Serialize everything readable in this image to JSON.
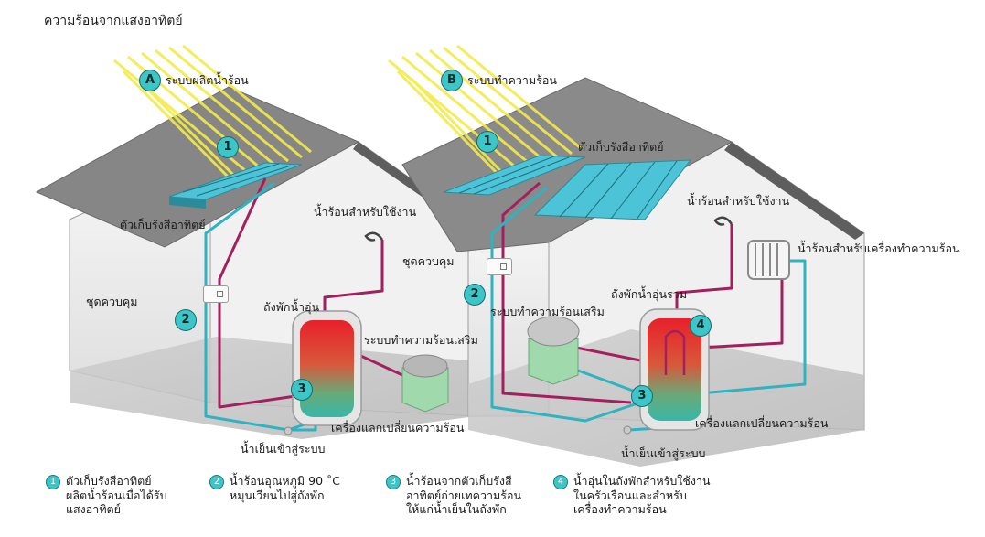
{
  "title": "ความร้อนจากแสงอาทิตย์",
  "system_a": {
    "letter": "A",
    "name": "ระบบผลิตน้ำร้อน",
    "collector_label": "ตัวเก็บรังสีอาทิตย์",
    "control_label": "ชุดควบคุม",
    "tank_label": "ถังพักน้ำอุ่น",
    "hot_water_label": "น้ำร้อนสำหรับใช้งาน",
    "aux_label": "ระบบทำความร้อนเสริม",
    "exchanger_label": "เครื่องแลกเปลี่ยนความร้อน",
    "cold_in_label": "น้ำเย็นเข้าสู่ระบบ"
  },
  "system_b": {
    "letter": "B",
    "name": "ระบบทำความร้อน",
    "collector_label": "ตัวเก็บรังสีอาทิตย์",
    "control_label": "ชุดควบคุม",
    "tank_label": "ถังพักน้ำอุ่นรวม",
    "hot_water_label": "น้ำร้อนสำหรับใช้งาน",
    "heater_label": "น้ำร้อนสำหรับเครื่องทำความร้อน",
    "aux_label": "ระบบทำความร้อนเสริม",
    "exchanger_label": "เครื่องแลกเปลี่ยนความร้อน",
    "cold_in_label": "น้ำเย็นเข้าสู่ระบบ"
  },
  "markers": {
    "one": "1",
    "two": "2",
    "three": "3",
    "four": "4"
  },
  "notes": [
    {
      "num": "1",
      "lines": [
        "ตัวเก็บรังสีอาทิตย์",
        "ผลิตน้ำร้อนเมื่อได้รับ",
        "แสงอาทิตย์"
      ]
    },
    {
      "num": "2",
      "lines": [
        "น้ำร้อนอุณหภูมิ 90 ˚C",
        "หมุนเวียนไปสู่ถังพัก"
      ]
    },
    {
      "num": "3",
      "lines": [
        "น้ำร้อนจากตัวเก็บรังสี",
        "อาทิตย์ถ่ายเทความร้อน",
        "ให้แก่น้ำเย็นในถังพัก"
      ]
    },
    {
      "num": "4",
      "lines": [
        "น้ำอุ่นในถังพักสำหรับใช้งาน",
        "ในครัวเรือนและสำหรับ",
        "เครื่องทำความร้อน"
      ]
    }
  ],
  "colors": {
    "hot_pipe": "#a3205e",
    "cold_pipe": "#2fb3c0",
    "panel": "#4cc3d6",
    "roof": "#7e7e7e",
    "badge": "#3cc6c8",
    "sun": "#f2ea4a"
  }
}
